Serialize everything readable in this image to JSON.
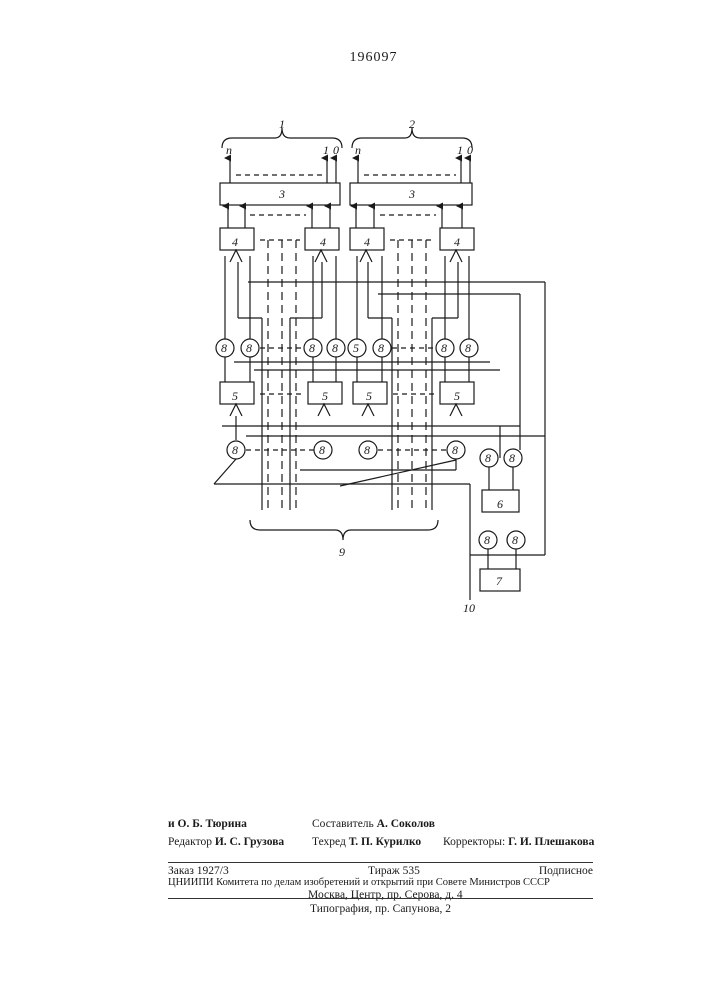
{
  "page_number": "196097",
  "diagram": {
    "group_labels": [
      "1",
      "2"
    ],
    "bit_labels": {
      "n": "n",
      "one": "1",
      "zero": "0"
    },
    "block_labels": {
      "b3": "3",
      "b4": "4",
      "b5": "5",
      "b6": "6",
      "b7": "7",
      "b8": "8",
      "b9": "9",
      "b10": "10"
    }
  },
  "credits": {
    "compiler_label": "Составитель",
    "compiler_name": "А. Соколов",
    "editor_label": "Редактор",
    "editor_name": "И. С. Грузова",
    "techred_label": "Техред",
    "techred_name": "Т. П. Курилко",
    "correctors_label": "Корректоры:",
    "corrector_1": "Г. И. Плешакова",
    "corrector_2": "и О. Б. Тюрина"
  },
  "order": {
    "order_no": "Заказ 1927/3",
    "circulation": "Тираж 535",
    "subscription": "Подписное",
    "institute": "ЦНИИПИ Комитета по делам изобретений и открытий при Совете Министров СССР",
    "address": "Москва, Центр, пр. Серова, д. 4"
  },
  "printing": "Типография, пр. Сапунова, 2"
}
